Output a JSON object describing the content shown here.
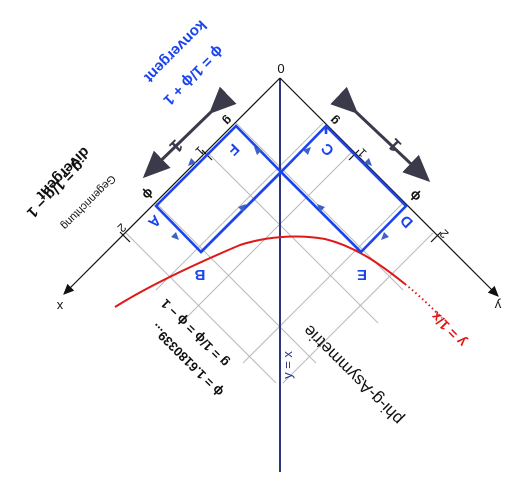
{
  "colors": {
    "axes": "#111111",
    "grid": "#b9b9b9",
    "symmetry_axis": "#2a3680",
    "square": "#1a44ee",
    "flow_arrows": "#3f62c4",
    "hyperbola": "#e01818",
    "dimension_arrows": "#3a3a4a",
    "formula_blue": "#1a44ee",
    "formula_black": "#111111"
  },
  "labels": {
    "origin": "0",
    "x_axis": "x",
    "y_axis": "y",
    "tick_1_x": "1",
    "tick_2_x": "2",
    "tick_1_y": "1",
    "tick_2_y": "2",
    "g_x": "g",
    "g_y": "g",
    "phi_x": "ϕ",
    "phi_y": "ϕ",
    "point_A": "A",
    "point_B": "B",
    "point_C": "C",
    "point_D": "D",
    "point_E": "E",
    "point_F": "F",
    "dim_1_left": "1",
    "dim_1_right": "1",
    "line_y_eq_x": "y = x",
    "line_y_eq_1_over_x": "y = 1/x",
    "asym_title": "phi-g-Asymmetrie",
    "konvergent_formula": "ϕ = 1/ϕ + 1",
    "konvergent_word": "konvergent",
    "divergent_formula": "g = 1/g − 1",
    "divergent_word": "divergent",
    "gegenrichtung": "Gegenrichtung",
    "phi_value": "ϕ = 1.6180339...",
    "g_relation": "g = 1/ϕ = ϕ − 1"
  }
}
